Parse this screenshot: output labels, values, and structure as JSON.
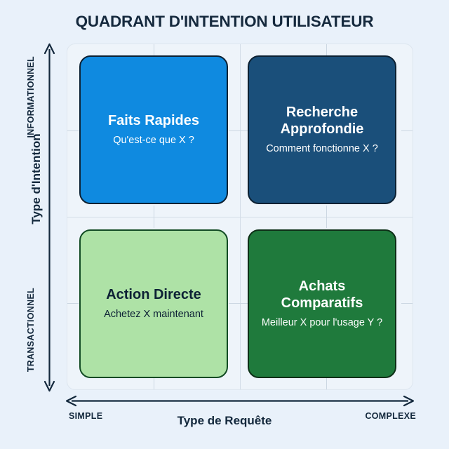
{
  "title": "QUADRANT D'INTENTION UTILISATEUR",
  "chart_data": {
    "type": "scatter",
    "title": "QUADRANT D'INTENTION UTILISATEUR",
    "xlabel": "Type de Requête",
    "ylabel": "Type d'Intention",
    "x_axis_low": "SIMPLE",
    "x_axis_high": "COMPLEXE",
    "y_axis_low": "TRANSACTIONNEL",
    "y_axis_high": "INFORMATIONNEL",
    "grid": true,
    "quadrants": [
      {
        "position": "top-left",
        "title": "Faits Rapides",
        "subtitle": "Qu'est-ce que X ?",
        "fill": "#0f8ae0",
        "stroke": "#0c2133",
        "text_color": "#ffffff"
      },
      {
        "position": "top-right",
        "title": "Recherche\nApprofondie",
        "subtitle": "Comment fonctionne X ?",
        "fill": "#1a4f7a",
        "stroke": "#0c2133",
        "text_color": "#ffffff"
      },
      {
        "position": "bottom-left",
        "title": "Action Directe",
        "subtitle": "Achetez X maintenant",
        "fill": "#aee2a6",
        "stroke": "#124b24",
        "text_color": "#0d2135"
      },
      {
        "position": "bottom-right",
        "title": "Achats\nComparatifs",
        "subtitle": "Meilleur X pour l'usage Y ?",
        "fill": "#1f7a3c",
        "stroke": "#0d2f17",
        "text_color": "#ffffff"
      }
    ]
  },
  "axes": {
    "y": {
      "title": "Type d'Intention",
      "high_label": "INFORMATIONNEL",
      "low_label": "TRANSACTIONNEL"
    },
    "x": {
      "title": "Type de Requête",
      "low_label": "SIMPLE",
      "high_label": "COMPLEXE"
    }
  },
  "colors": {
    "background": "#e9f1fa",
    "plot_background": "#eef4fa",
    "title_color": "#15293d",
    "grid_color": "#dfe7ef",
    "axis_color": "#13283c"
  }
}
